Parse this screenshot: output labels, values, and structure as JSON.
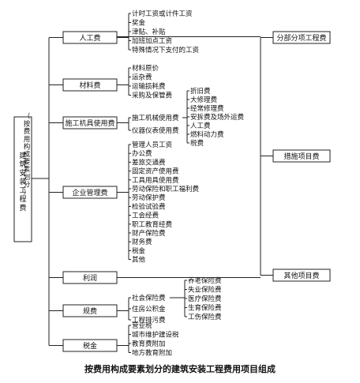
{
  "root": {
    "label": "建筑安装工程费",
    "note": "（按费用构成要素划分）"
  },
  "categories": [
    {
      "label": "人工费",
      "items": [
        "计时工资或计件工资",
        "奖金",
        "津贴、补贴",
        "加班加点工资",
        "特殊情况下支付的工资"
      ]
    },
    {
      "label": "材料费",
      "items": [
        "材料原价",
        "运杂费",
        "运输损耗费",
        "采购及保管费"
      ]
    },
    {
      "label": "施工机具使用费",
      "items": [
        "施工机械使用费",
        "仪器仪表使用费"
      ],
      "sub_items": [
        "折旧费",
        "大修理费",
        "经常修理费",
        "安拆费及场外运费",
        "人工费",
        "燃料动力费",
        "税费"
      ]
    },
    {
      "label": "企业管理费",
      "items": [
        "管理人员工资",
        "办公费",
        "差旅交通费",
        "固定资产使用费",
        "工具用具使用费",
        "劳动保险和职工福利费",
        "劳动保护费",
        "检验试验费",
        "工会经费",
        "职工教育经费",
        "财产保险费",
        "财务费",
        "税金",
        "其他"
      ]
    },
    {
      "label": "利润",
      "items": []
    },
    {
      "label": "规费",
      "items": [
        "社会保险费",
        "住房公积金",
        "工程排污费"
      ],
      "sub_items": [
        "养老保险费",
        "失业保险费",
        "医疗保险费",
        "生育保险费",
        "工伤保险费"
      ]
    },
    {
      "label": "税金",
      "items": [
        "营业税",
        "城市维护建设税",
        "教育费附加",
        "地方教育附加"
      ]
    }
  ],
  "outputs": [
    "分部分项工程费",
    "措施项目费",
    "其他项目费"
  ],
  "caption": "按费用构成要素划分的建筑安装工程费用项目组成"
}
